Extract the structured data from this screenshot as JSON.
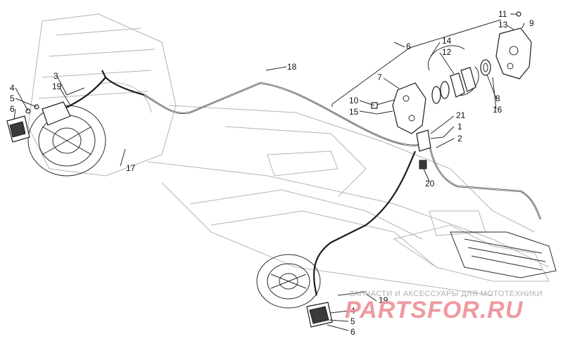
{
  "callouts": {
    "c1": "1",
    "c2": "2",
    "c3": "3",
    "c4a": "4",
    "c4b": "4",
    "c5a": "5",
    "c5b": "5",
    "c6a": "6",
    "c6b": "6",
    "c6c": "6",
    "c7": "7",
    "c8": "8",
    "c9": "9",
    "c10": "10",
    "c11": "11",
    "c12": "12",
    "c13": "13",
    "c14": "14",
    "c15": "15",
    "c16": "16",
    "c17": "17",
    "c18": "18",
    "c19a": "19",
    "c19b": "19",
    "c20": "20",
    "c21": "21"
  },
  "watermark": {
    "text": "ЗАПЧАСТИ И АКСЕССУАРЫ ДЛЯ МОТОТЕХНИКИ",
    "brand": "PARTSFOR.RU",
    "color": "#ee9aa0"
  }
}
